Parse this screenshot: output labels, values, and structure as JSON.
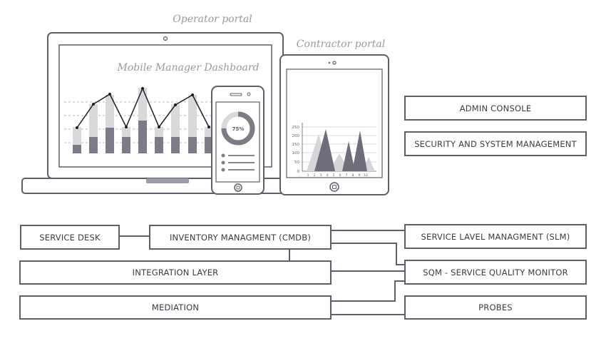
{
  "devices": {
    "operator_portal_label": "Operator portal",
    "contractor_portal_label": "Contractor portal",
    "dashboard_title": "Mobile Manager Dashboard",
    "phone_gauge_label": "75%",
    "phone_gauge_fraction": 0.75,
    "tablet_chart": {
      "y_ticks": [
        "0",
        "50",
        "100",
        "150",
        "200",
        "250"
      ],
      "x_ticks": [
        "1",
        "2",
        "3",
        "4",
        "5",
        "6",
        "7",
        "8",
        "9",
        "10"
      ]
    }
  },
  "boxes": {
    "admin_console": "ADMIN CONSOLE",
    "security": "SECURITY AND SYSTEM MANAGEMENT",
    "service_desk": "SERVICE DESK",
    "inventory": "INVENTORY MANAGMENT (CMDB)",
    "slm": "SERVICE LAVEL MANAGMENT (SLM)",
    "integration": "INTEGRATION LAYER",
    "sqm": "SQM - SERVICE QUALITY MONITOR",
    "mediation": "MEDIATION",
    "probes": "PROBES"
  },
  "colors": {
    "outline": "#5f5e69",
    "bar_light": "#d9d9dc",
    "bar_dark": "#7d7b88",
    "handwriting": "#9a99a1"
  }
}
